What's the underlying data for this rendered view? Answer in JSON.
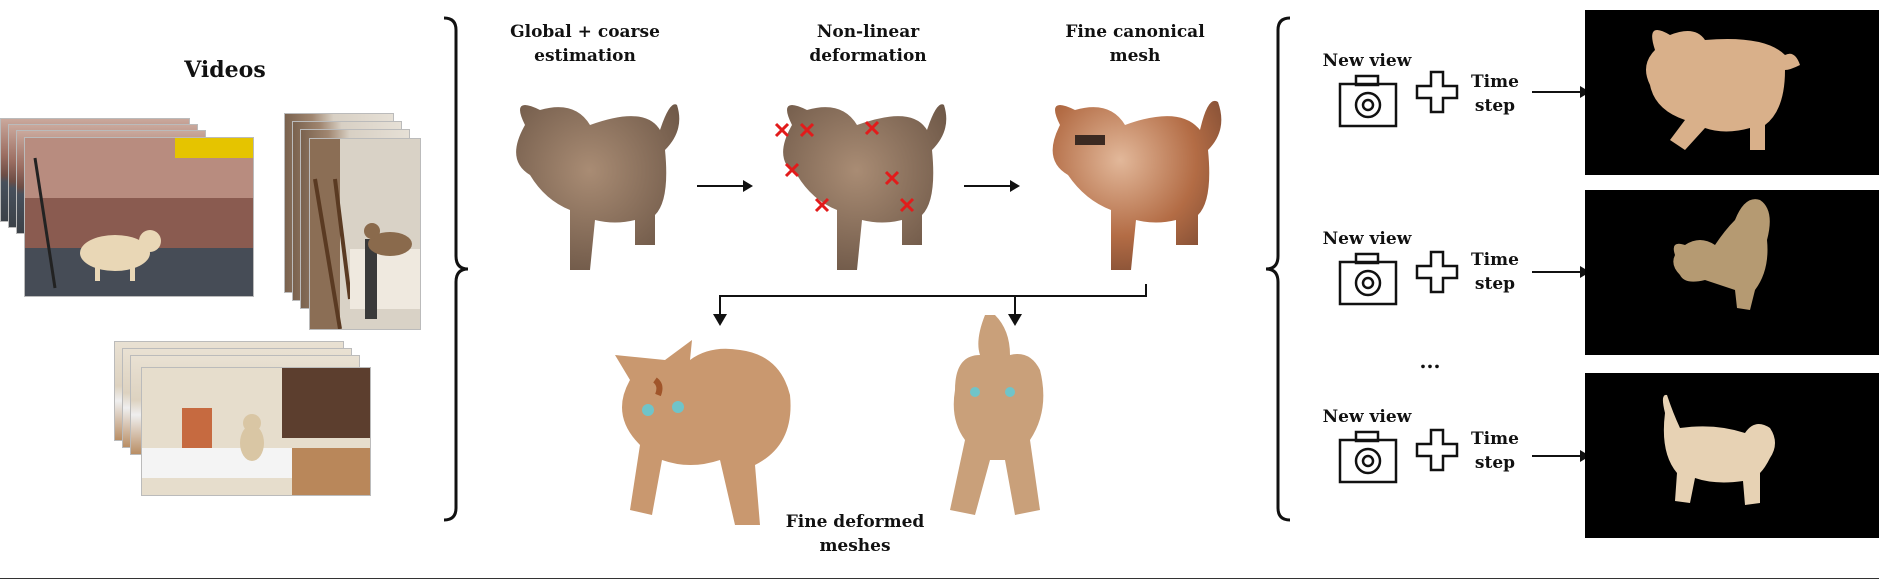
{
  "inputs": {
    "title": "Videos"
  },
  "stages": {
    "stage1": "Global + coarse estimation",
    "stage2": "Non-linear deformation",
    "stage3": "Fine canonical mesh",
    "deformed": "Fine deformed meshes"
  },
  "outputs": {
    "rows": [
      {
        "view_label": "New view",
        "time_label": "Time step"
      },
      {
        "view_label": "New view",
        "time_label": "Time step"
      },
      {
        "view_label": "New view",
        "time_label": "Time step"
      }
    ],
    "ellipsis": "..."
  },
  "colors": {
    "deform_arrows": "#e21b1b",
    "background": "#ffffff",
    "render_bg": "#000000"
  }
}
